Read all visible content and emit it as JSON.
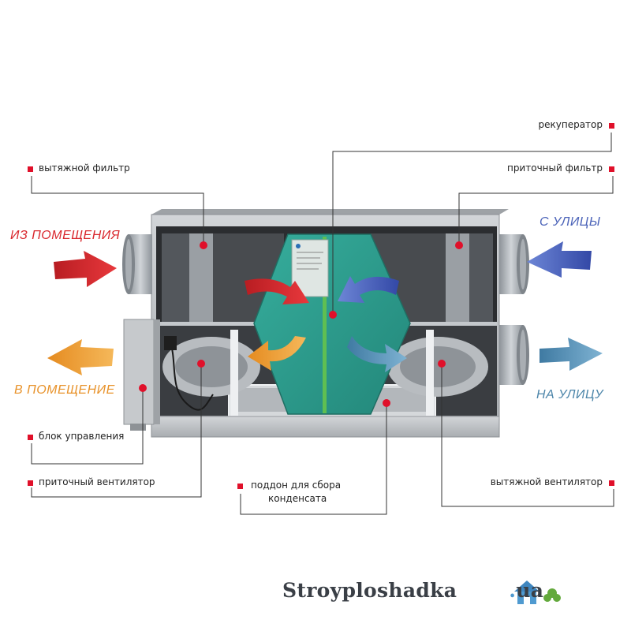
{
  "labels": {
    "recuperator": "рекуператор",
    "exhaust_filter": "вытяжной фильтр",
    "supply_filter": "приточный фильтр",
    "control_unit": "блок управления",
    "supply_fan": "приточный вентилятор",
    "drip_tray_line1": "поддон для сбора",
    "drip_tray_line2": "конденсата",
    "exhaust_fan": "вытяжной вентилятор"
  },
  "flows": {
    "from_room": "ИЗ ПОМЕЩЕНИЯ",
    "to_room": "В ПОМЕЩЕНИЕ",
    "from_street": "С УЛИЦЫ",
    "to_street": "НА УЛИЦУ"
  },
  "watermark": {
    "left": "Stroyploshadka",
    "right": "ua"
  },
  "colors": {
    "from_room": "#d9282e",
    "to_room": "#e8922a",
    "from_street": "#4a62b8",
    "to_street": "#4d86aa",
    "marker": "#e0102a",
    "exchanger": "#2f9e8f",
    "casing": "#b9bcbf"
  }
}
